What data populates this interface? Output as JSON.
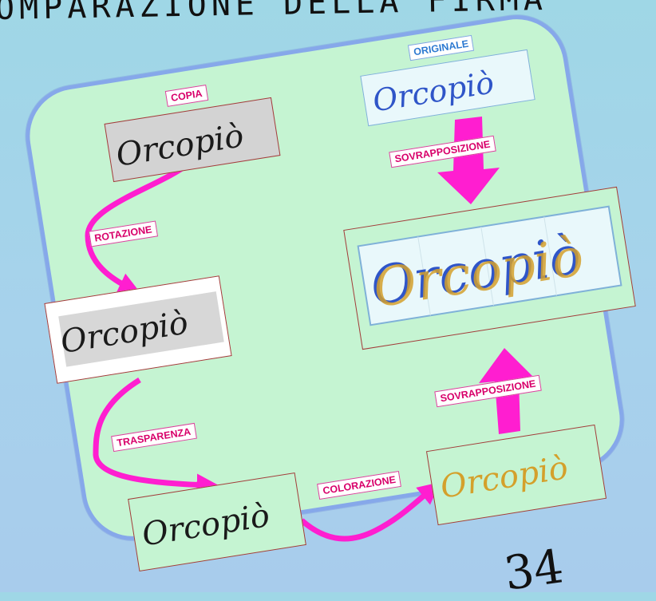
{
  "header": {
    "title": "OMPARAZIONE DELLA FIRMA"
  },
  "footer": {
    "page_number": "34"
  },
  "labels": {
    "copia": "COPIA",
    "originale": "ORIGINALE",
    "rotazione": "ROTAZIONE",
    "trasparenza": "TRASPARENZA",
    "colorazione": "COLORAZIONE",
    "sovrapposizione_top": "SOVRAPPOSIZIONE",
    "sovrapposizione_bottom": "SOVRAPPOSIZIONE"
  },
  "signature": {
    "text": "Orcopiò"
  },
  "colors": {
    "panel_background": "#c5f4d2",
    "panel_border": "#86a8ea",
    "arrow_magenta": "#ff1ed0",
    "label_magenta": "#d8006a",
    "label_blue": "#2e7ad1",
    "box_border": "#a23b39",
    "original_ink": "#2f55c8",
    "copy_ink": "#1a1a1a",
    "colored_ink": "#d4a02b"
  }
}
